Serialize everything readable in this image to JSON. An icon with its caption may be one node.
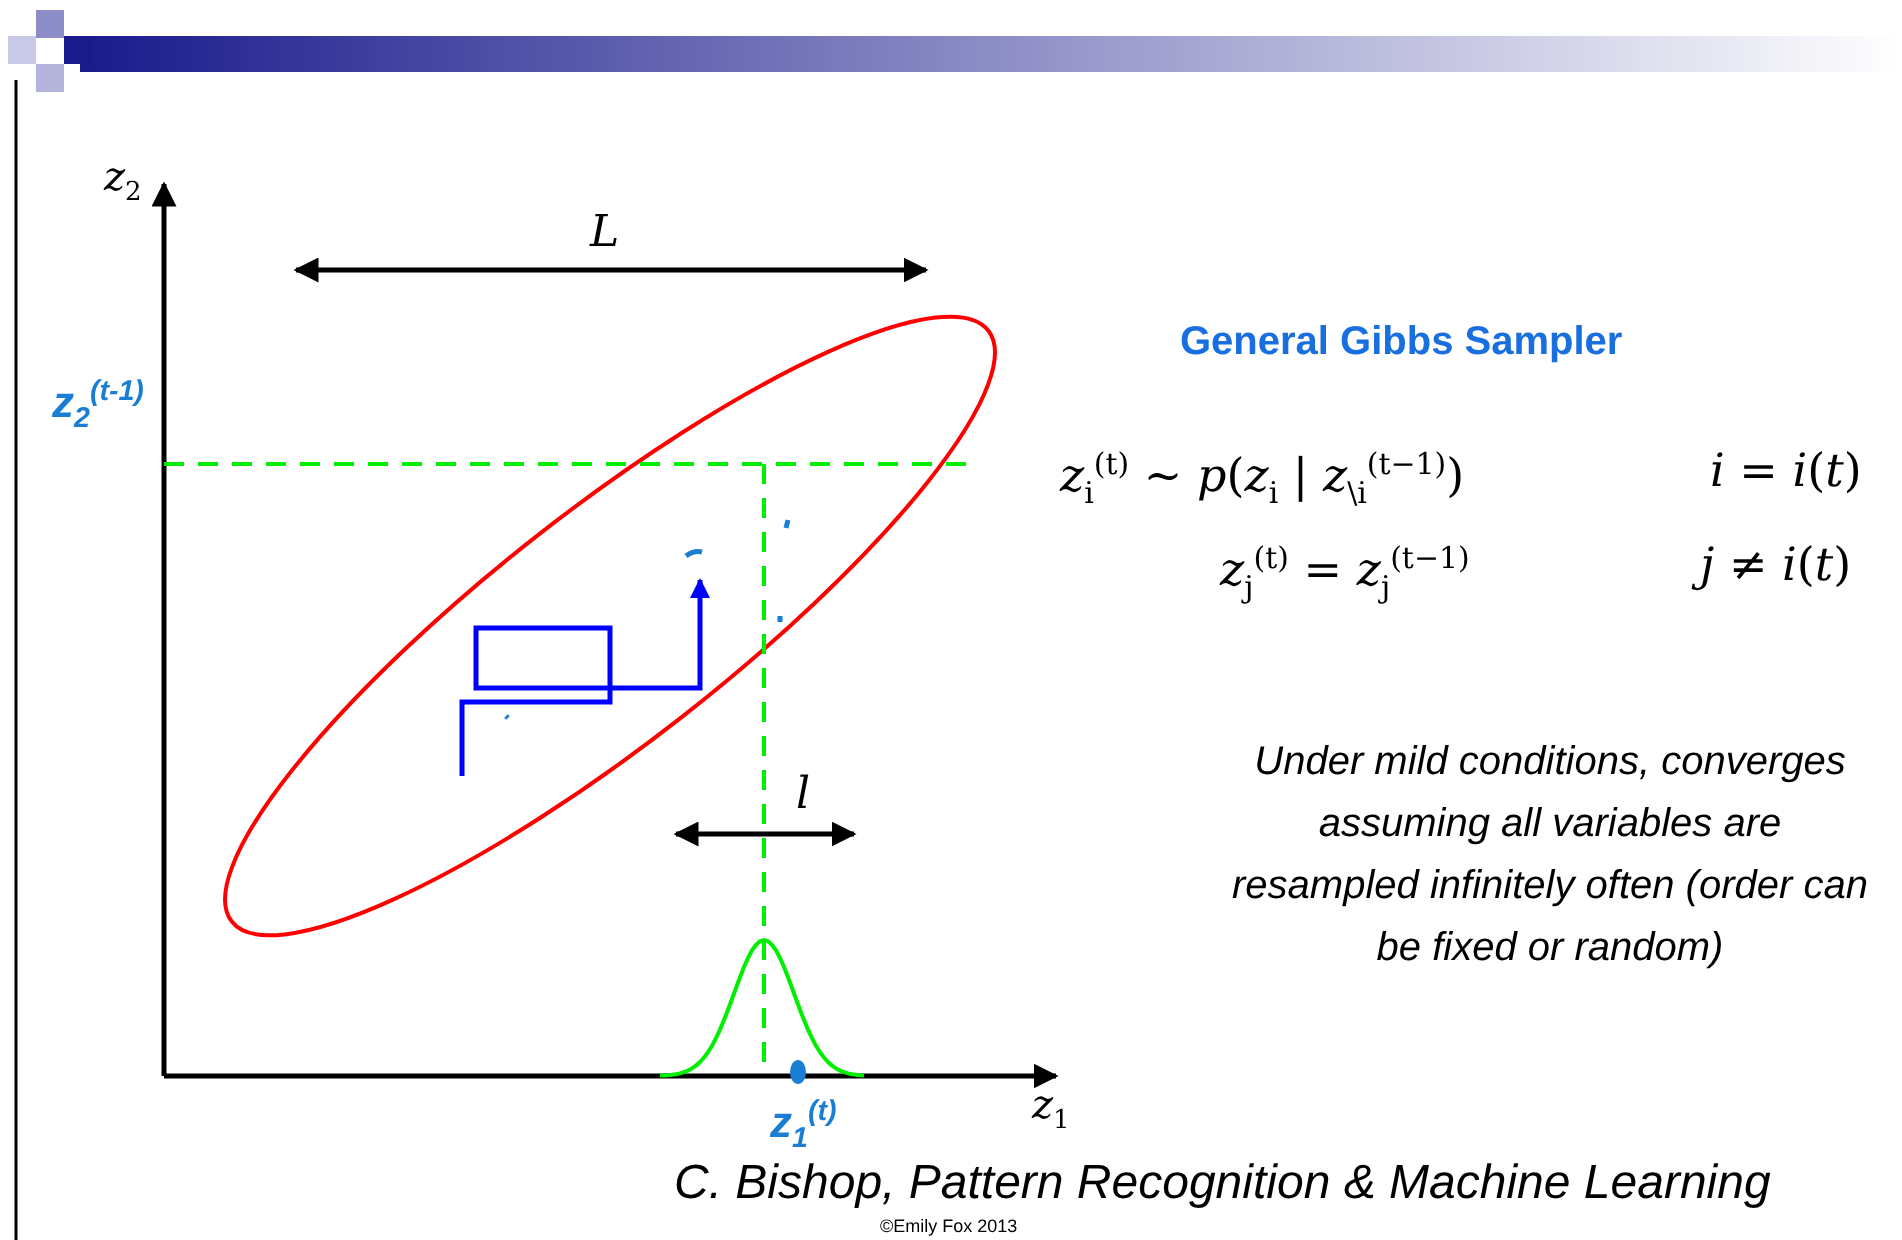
{
  "diagram": {
    "title": "General Gibbs Sampler",
    "labels": [
      "*z*$_{2}$",
      "*L*",
      "*z*$_{2}$$^{(t-1)}$",
      "*z*$_{i}$$^{(t)}$ ∼ *p*(*z*$_{i}$ | *z*$_{\\i}$$^{(t−1)}$)",
      "*i* = *i*(*t*)",
      "*z*$_{j}$$^{(t)}$ = *z*$_{j}$$^{(t−1)}$",
      "*j* ≠ *i*(*t*)",
      "*l*",
      "Under mild conditions, converges assuming all variables are resampled infinitely often (order can be fixed or random)",
      "*z*$_{1}$",
      "*z*$_{1}$$^{(t)}$",
      "C. Bishop, Pattern Recognition & Machine Learning",
      "©Emily Fox 2013"
    ]
  }
}
